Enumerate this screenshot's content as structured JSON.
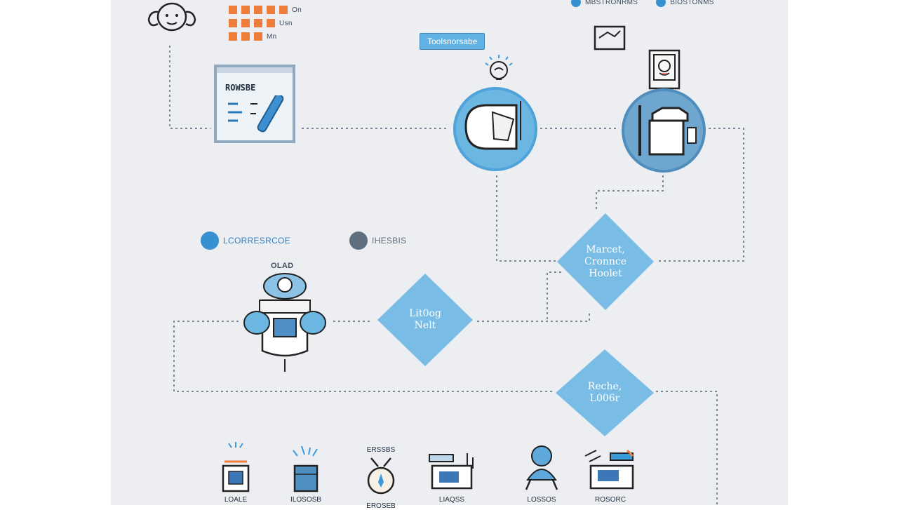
{
  "legend_top_left": {
    "rows": [
      {
        "swatches": 5,
        "label": "On"
      },
      {
        "swatches": 4,
        "label": "Usn"
      },
      {
        "swatches": 3,
        "label": "Mn"
      }
    ]
  },
  "legend_top_right": [
    {
      "label": "MBSTRONRMS"
    },
    {
      "label": "BIOSTONMS"
    }
  ],
  "callout_label": "Toolsnorsabe",
  "panel_card_title": "ROWSBE",
  "mid_legend": [
    {
      "label": "LCORRESRCOE"
    },
    {
      "label": "IHESBIS"
    }
  ],
  "robot_caption": "OLAD",
  "diamonds": [
    {
      "lines": [
        "Marcet,",
        "Cronnce",
        "Hoolet"
      ]
    },
    {
      "lines": [
        "Lit0og",
        "Nelt"
      ]
    },
    {
      "lines": [
        "Reche,",
        "L006r"
      ]
    }
  ],
  "bottom_items": [
    {
      "top_label": "",
      "label": "LOALE"
    },
    {
      "top_label": "",
      "label": "ILOSOSB"
    },
    {
      "top_label": "ERSSBS",
      "label": "EROSEB"
    },
    {
      "top_label": "",
      "label": "LIAQSS"
    },
    {
      "top_label": "",
      "label": "LOSSOS"
    },
    {
      "top_label": "",
      "label": "ROSORC"
    }
  ],
  "colors": {
    "accent_blue": "#5fb2e3",
    "orange": "#f07c3c",
    "canvas_bg": "#eceef1",
    "line": "#7b8794"
  }
}
